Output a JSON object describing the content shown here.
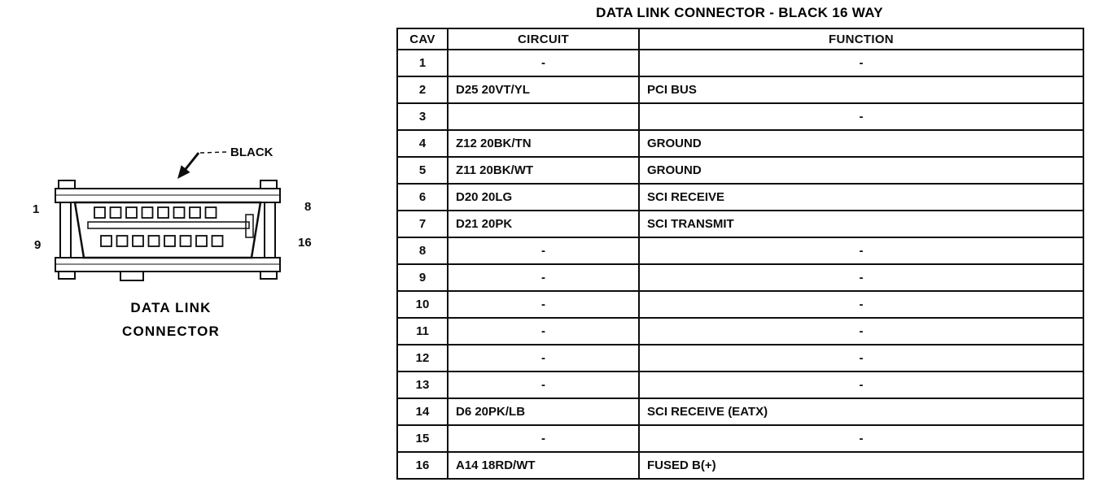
{
  "title": "DATA LINK CONNECTOR - BLACK 16 WAY",
  "diagram": {
    "black_label": "BLACK",
    "caption_line1": "DATA LINK",
    "caption_line2": "CONNECTOR",
    "pin_labels": [
      "1",
      "8",
      "9",
      "16"
    ]
  },
  "table": {
    "headers": [
      "CAV",
      "CIRCUIT",
      "FUNCTION"
    ],
    "rows": [
      {
        "cav": "1",
        "circuit": "-",
        "function": "-"
      },
      {
        "cav": "2",
        "circuit": "D25 20VT/YL",
        "function": "PCI BUS"
      },
      {
        "cav": "3",
        "circuit": "",
        "function": "-"
      },
      {
        "cav": "4",
        "circuit": "Z12 20BK/TN",
        "function": "GROUND"
      },
      {
        "cav": "5",
        "circuit": "Z11 20BK/WT",
        "function": "GROUND"
      },
      {
        "cav": "6",
        "circuit": "D20 20LG",
        "function": "SCI RECEIVE"
      },
      {
        "cav": "7",
        "circuit": "D21 20PK",
        "function": "SCI TRANSMIT"
      },
      {
        "cav": "8",
        "circuit": "-",
        "function": "-"
      },
      {
        "cav": "9",
        "circuit": "-",
        "function": "-"
      },
      {
        "cav": "10",
        "circuit": "-",
        "function": "-"
      },
      {
        "cav": "11",
        "circuit": "-",
        "function": "-"
      },
      {
        "cav": "12",
        "circuit": "-",
        "function": "-"
      },
      {
        "cav": "13",
        "circuit": "-",
        "function": "-"
      },
      {
        "cav": "14",
        "circuit": "D6 20PK/LB",
        "function": "SCI RECEIVE (EATX)"
      },
      {
        "cav": "15",
        "circuit": "-",
        "function": "-"
      },
      {
        "cav": "16",
        "circuit": "A14 18RD/WT",
        "function": "FUSED B(+)"
      }
    ]
  }
}
